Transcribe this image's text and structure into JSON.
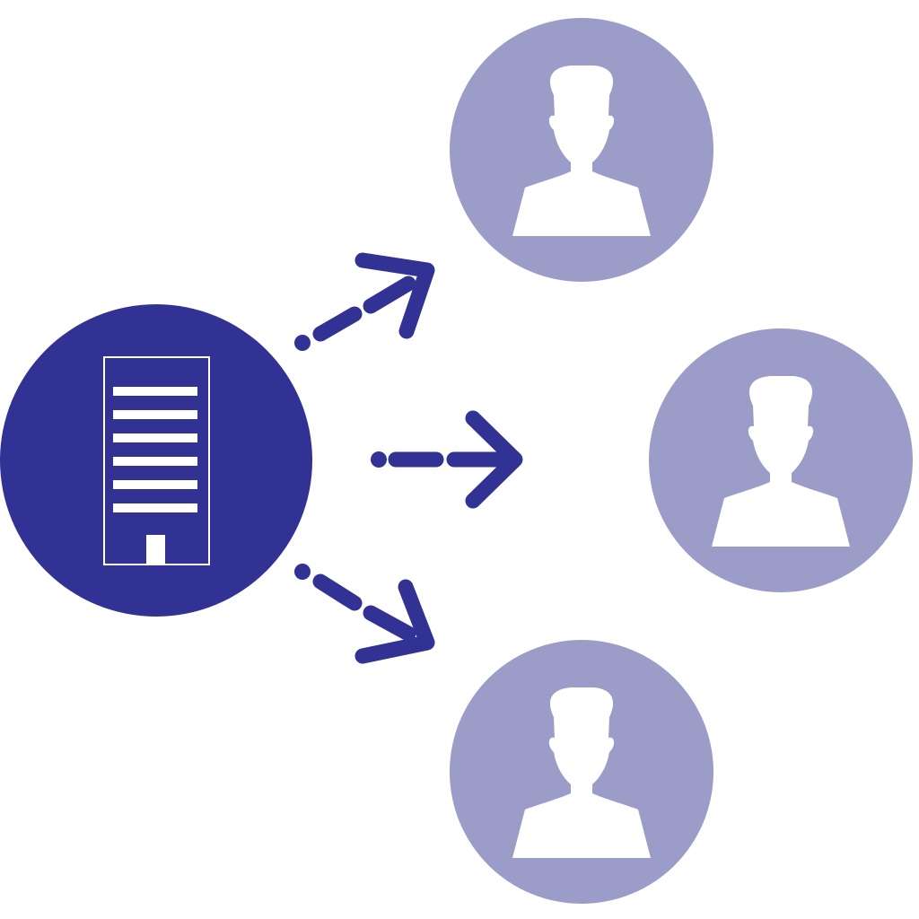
{
  "colors": {
    "building_circle": "#313294",
    "person_circle": "#9c9cc9",
    "arrow": "#313294",
    "glyph": "#ffffff",
    "background": "#ffffff"
  },
  "icons": {
    "source": "building-icon",
    "targets": [
      "person-icon",
      "person-icon",
      "person-icon"
    ]
  },
  "diagram": {
    "nodes": [
      {
        "id": "building",
        "icon": "building-icon"
      },
      {
        "id": "person-top",
        "icon": "person-icon"
      },
      {
        "id": "person-middle",
        "icon": "person-icon"
      },
      {
        "id": "person-bottom",
        "icon": "person-icon"
      }
    ],
    "edges": [
      {
        "from": "building",
        "to": "person-top",
        "style": "dash-dot-arrow"
      },
      {
        "from": "building",
        "to": "person-middle",
        "style": "dash-dot-arrow"
      },
      {
        "from": "building",
        "to": "person-bottom",
        "style": "dash-dot-arrow"
      }
    ]
  }
}
